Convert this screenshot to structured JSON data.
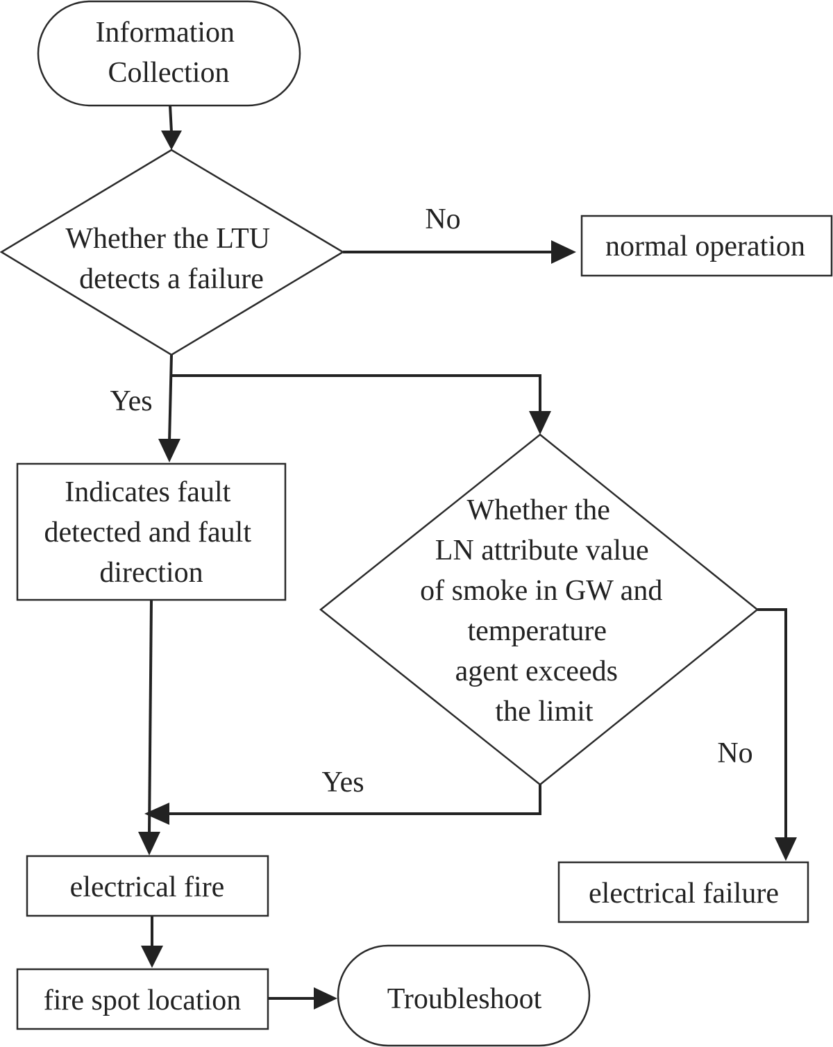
{
  "nodes": {
    "info_collection": {
      "lines": [
        "Information",
        "Collection"
      ]
    },
    "ltu_decision": {
      "lines": [
        "Whether the LTU",
        "detects a  failure"
      ]
    },
    "normal_operation": {
      "lines": [
        "normal operation"
      ]
    },
    "indicates_fault": {
      "lines": [
        "Indicates fault",
        "detected and fault",
        "direction"
      ]
    },
    "ln_decision": {
      "lines": [
        "Whether the",
        "LN attribute value",
        "of smoke in GW and",
        "temperature",
        "agent exceeds",
        "the limit"
      ]
    },
    "electrical_fire": {
      "lines": [
        "electrical fire"
      ]
    },
    "electrical_failure": {
      "lines": [
        "electrical failure"
      ]
    },
    "fire_spot_location": {
      "lines": [
        "fire spot location"
      ]
    },
    "troubleshoot": {
      "lines": [
        "Troubleshoot"
      ]
    }
  },
  "edge_labels": {
    "ltu_no": "No",
    "ltu_yes": "Yes",
    "ln_yes": "Yes",
    "ln_no": "No"
  }
}
